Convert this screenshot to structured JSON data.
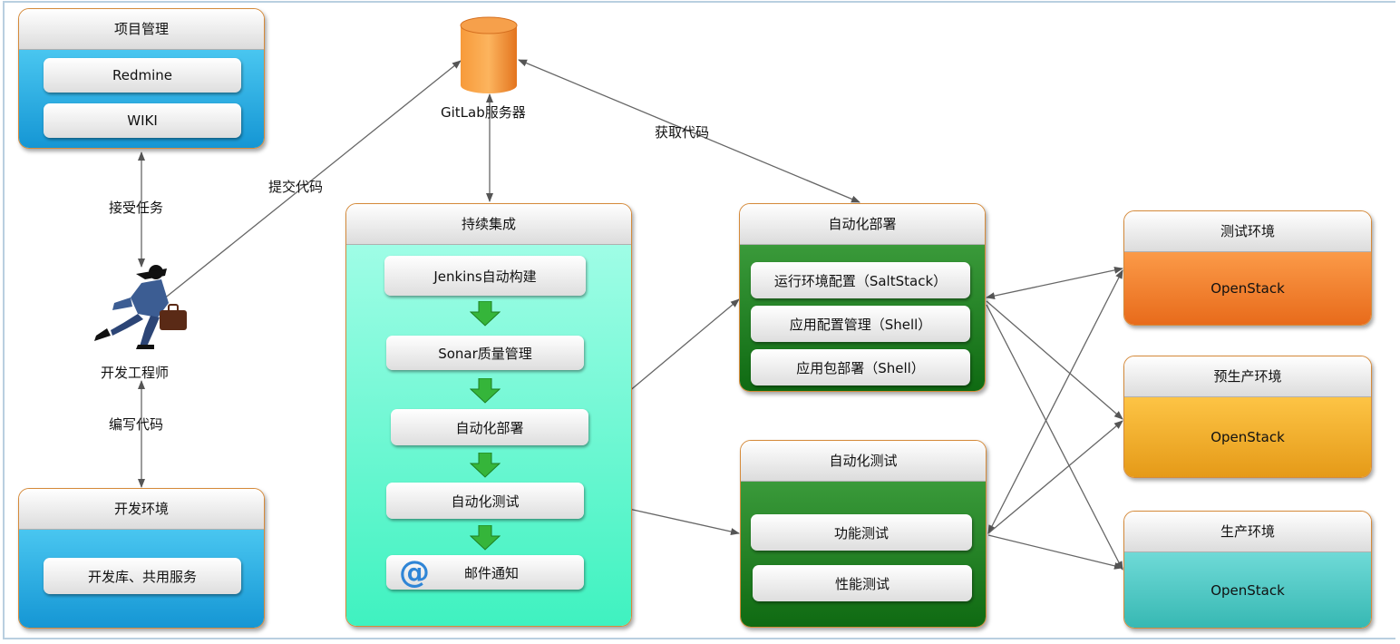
{
  "project_mgmt": {
    "title": "项目管理",
    "items": [
      "Redmine",
      "WIKI"
    ]
  },
  "dev_env": {
    "title": "开发环境",
    "items": [
      "开发库、共用服务"
    ]
  },
  "developer": {
    "label": "开发工程师",
    "icon": "running-developer-icon"
  },
  "gitlab": {
    "label": "GitLab服务器",
    "icon": "database-cylinder-icon"
  },
  "ci": {
    "title": "持续集成",
    "steps": [
      "Jenkins自动构建",
      "Sonar质量管理",
      "自动化部署",
      "自动化测试",
      "邮件通知"
    ],
    "mail_icon": "at-icon"
  },
  "auto_deploy": {
    "title": "自动化部署",
    "items": [
      "运行环境配置（SaltStack）",
      "应用配置管理（Shell）",
      "应用包部署（Shell）"
    ]
  },
  "auto_test": {
    "title": "自动化测试",
    "items": [
      "功能测试",
      "性能测试"
    ]
  },
  "environments": [
    {
      "title": "测试环境",
      "body": "OpenStack",
      "color": "#f07f2c"
    },
    {
      "title": "预生产环境",
      "body": "OpenStack",
      "color": "#f0ac2a"
    },
    {
      "title": "生产环境",
      "body": "OpenStack",
      "color": "#4cc7c3"
    }
  ],
  "edges": {
    "accept_task": "接受任务",
    "write_code": "编写代码",
    "commit_code": "提交代码",
    "fetch_code": "获取代码"
  }
}
